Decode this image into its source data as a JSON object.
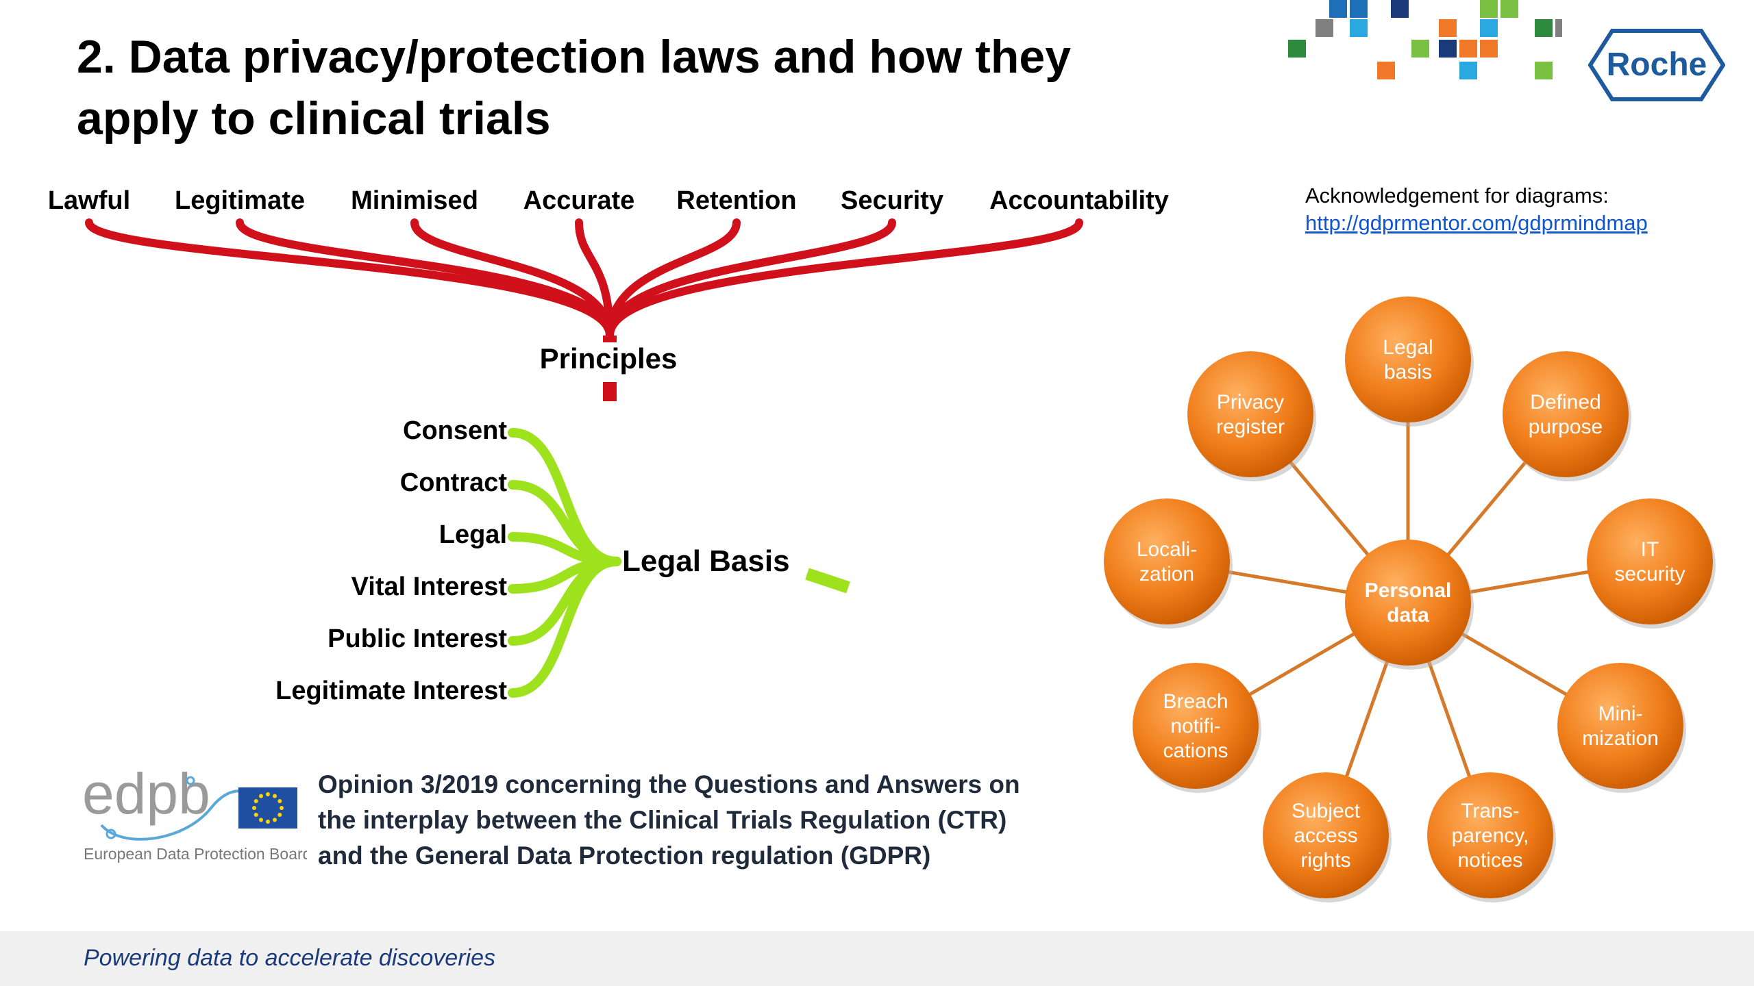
{
  "title": "2. Data privacy/protection laws and how they apply to clinical trials",
  "brand": {
    "logo_text": "Roche",
    "color": "#1d5a9e",
    "square_colors": [
      "#1e6fb8",
      "#2aa8e0",
      "#f07a2a",
      "#2e8b3e",
      "#7ac143",
      "#808080",
      "#1a3a7a"
    ]
  },
  "acknowledgement": {
    "label": "Acknowledgement for diagrams:",
    "link": "http://gdprmentor.com/gdprmindmap"
  },
  "principles": {
    "center": "Principles",
    "color": "#d0101a",
    "items": [
      "Lawful",
      "Legitimate",
      "Minimised",
      "Accurate",
      "Retention",
      "Security",
      "Accountability"
    ]
  },
  "legal_basis": {
    "center": "Legal Basis",
    "color": "#9ee21e",
    "items": [
      "Consent",
      "Contract",
      "Legal",
      "Vital Interest",
      "Public Interest",
      "Legitimate Interest"
    ]
  },
  "mindmap": {
    "center": [
      "Personal",
      "data"
    ],
    "node_color": "#f07d1a",
    "line_color": "#d57a2a",
    "nodes": [
      {
        "lines": [
          "Legal",
          "basis"
        ]
      },
      {
        "lines": [
          "Defined",
          "purpose"
        ]
      },
      {
        "lines": [
          "IT",
          "security"
        ]
      },
      {
        "lines": [
          "Mini-",
          "mization"
        ]
      },
      {
        "lines": [
          "Trans-",
          "parency,",
          "notices"
        ]
      },
      {
        "lines": [
          "Subject",
          "access",
          "rights"
        ]
      },
      {
        "lines": [
          "Breach",
          "notifi-",
          "cations"
        ]
      },
      {
        "lines": [
          "Locali-",
          "zation"
        ]
      },
      {
        "lines": [
          "Privacy",
          "register"
        ]
      }
    ]
  },
  "edpb": {
    "logo_text": "edpb",
    "subtitle": "European Data Protection Board",
    "eu_color": "#1f4fa0",
    "star_color": "#ffd400"
  },
  "opinion": [
    "Opinion 3/2019 concerning the Questions and Answers on",
    "the interplay between the Clinical Trials Regulation (CTR)",
    "and the General Data Protection regulation (GDPR)"
  ],
  "footer": "Powering data to accelerate discoveries"
}
